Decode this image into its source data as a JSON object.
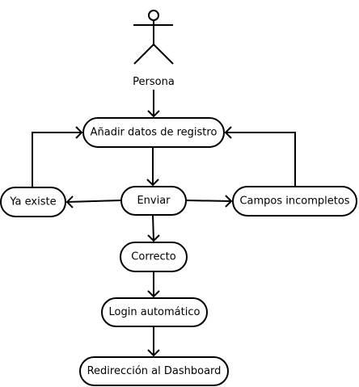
{
  "diagram": {
    "actor": {
      "label": "Persona"
    },
    "nodes": {
      "add_data": {
        "label": "Añadir datos de registro"
      },
      "send": {
        "label": "Enviar"
      },
      "already_exists": {
        "label": "Ya existe"
      },
      "incomplete": {
        "label": "Campos incompletos"
      },
      "correct": {
        "label": "Correcto"
      },
      "auto_login": {
        "label": "Login automático"
      },
      "redirect": {
        "label": "Redirección al Dashboard"
      }
    },
    "edges": [
      {
        "from": "actor",
        "to": "add_data"
      },
      {
        "from": "add_data",
        "to": "send"
      },
      {
        "from": "send",
        "to": "already_exists"
      },
      {
        "from": "send",
        "to": "incomplete"
      },
      {
        "from": "already_exists",
        "to": "add_data"
      },
      {
        "from": "incomplete",
        "to": "add_data"
      },
      {
        "from": "send",
        "to": "correct"
      },
      {
        "from": "correct",
        "to": "auto_login"
      },
      {
        "from": "auto_login",
        "to": "redirect"
      }
    ]
  }
}
